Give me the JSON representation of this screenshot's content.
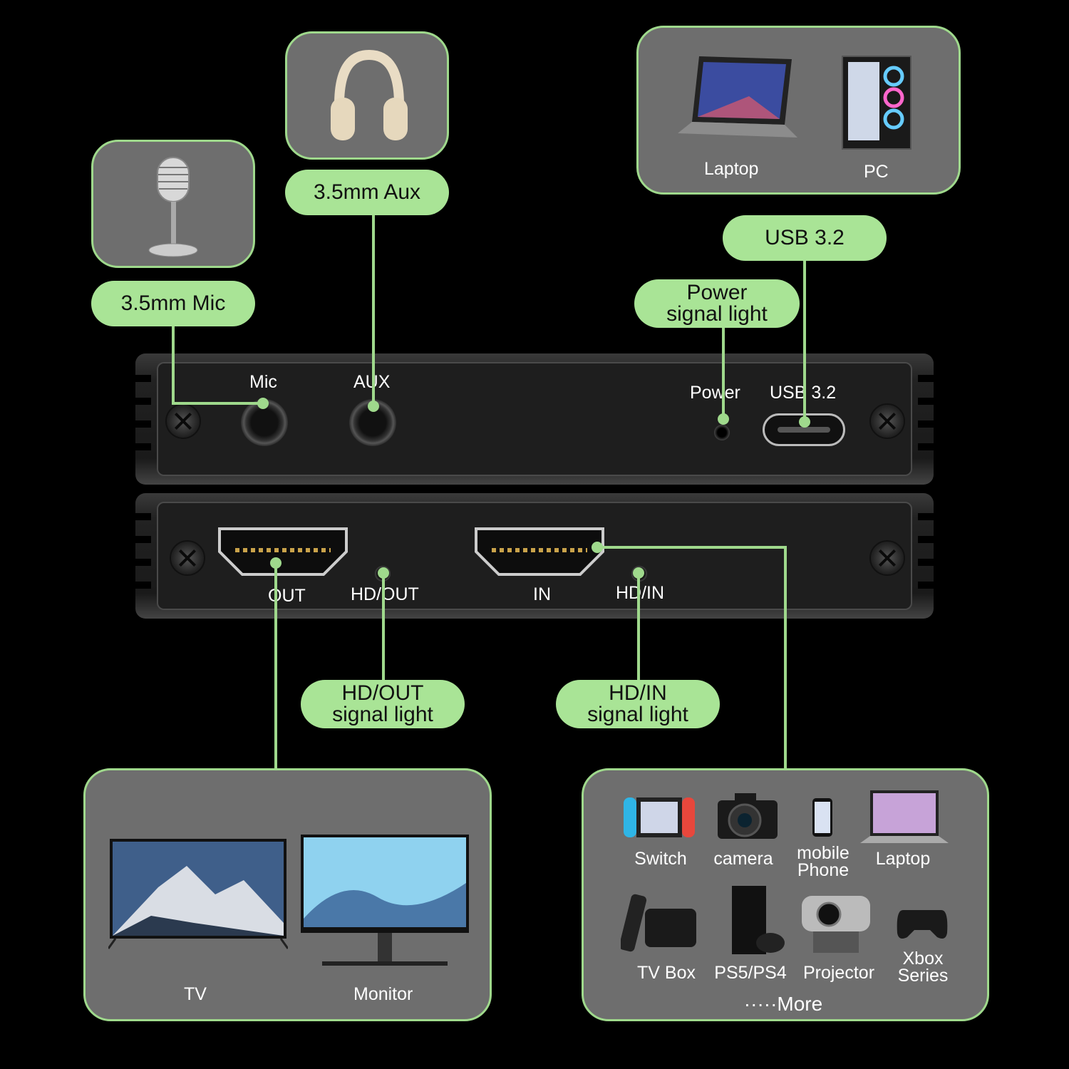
{
  "callouts": {
    "mic": "3.5mm Mic",
    "aux": "3.5mm Aux",
    "usb": "USB 3.2",
    "power": "Power\nsignal light",
    "hdout": "HD/OUT\nsignal light",
    "hdin": "HD/IN\nsignal light"
  },
  "ports": {
    "mic": "Mic",
    "aux": "AUX",
    "power": "Power",
    "usb": "USB 3.2",
    "out": "OUT",
    "hdout": "HD/OUT",
    "in": "IN",
    "hdin": "HD/IN"
  },
  "computers": {
    "laptop": "Laptop",
    "pc": "PC"
  },
  "displays": {
    "tv": "TV",
    "monitor": "Monitor"
  },
  "sources": {
    "switch": "Switch",
    "camera": "camera",
    "mobile": "mobile\nPhone",
    "laptop": "Laptop",
    "tvbox": "TV Box",
    "ps": "PS5/PS4",
    "projector": "Projector",
    "xbox": "Xbox\nSeries",
    "more": "·····More"
  },
  "colors": {
    "accent": "#a9e496",
    "panel": "#6e6e6e",
    "background": "#000000"
  }
}
